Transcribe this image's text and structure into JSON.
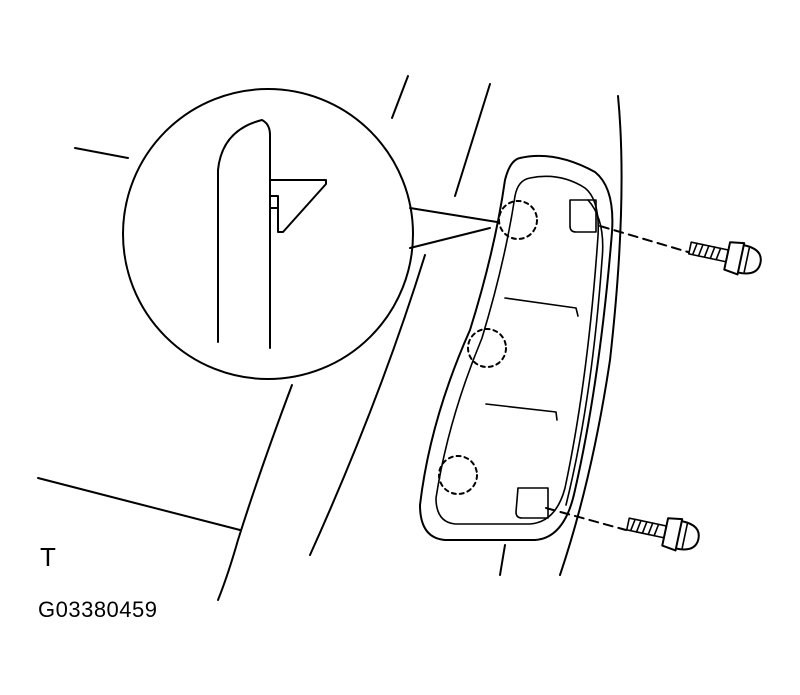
{
  "figure": {
    "view_label": "T",
    "figure_code": "G03380459",
    "stroke_color": "#000000",
    "background_color": "#ffffff",
    "icons": [
      "body-panel",
      "trim-cover",
      "clip-detail-magnifier",
      "bolt",
      "bolt"
    ]
  }
}
